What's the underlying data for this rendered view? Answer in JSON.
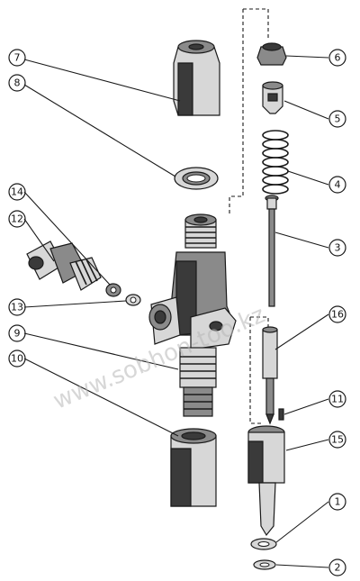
{
  "callouts": [
    {
      "id": "7",
      "label": "7"
    },
    {
      "id": "8",
      "label": "8"
    },
    {
      "id": "6",
      "label": "6"
    },
    {
      "id": "5",
      "label": "5"
    },
    {
      "id": "4",
      "label": "4"
    },
    {
      "id": "14",
      "label": "14"
    },
    {
      "id": "12",
      "label": "12"
    },
    {
      "id": "3",
      "label": "3"
    },
    {
      "id": "13",
      "label": "13"
    },
    {
      "id": "16",
      "label": "16"
    },
    {
      "id": "9",
      "label": "9"
    },
    {
      "id": "10",
      "label": "10"
    },
    {
      "id": "11",
      "label": "11"
    },
    {
      "id": "15",
      "label": "15"
    },
    {
      "id": "1",
      "label": "1"
    },
    {
      "id": "2",
      "label": "2"
    }
  ],
  "watermark": "www.sobhon-too.kz"
}
